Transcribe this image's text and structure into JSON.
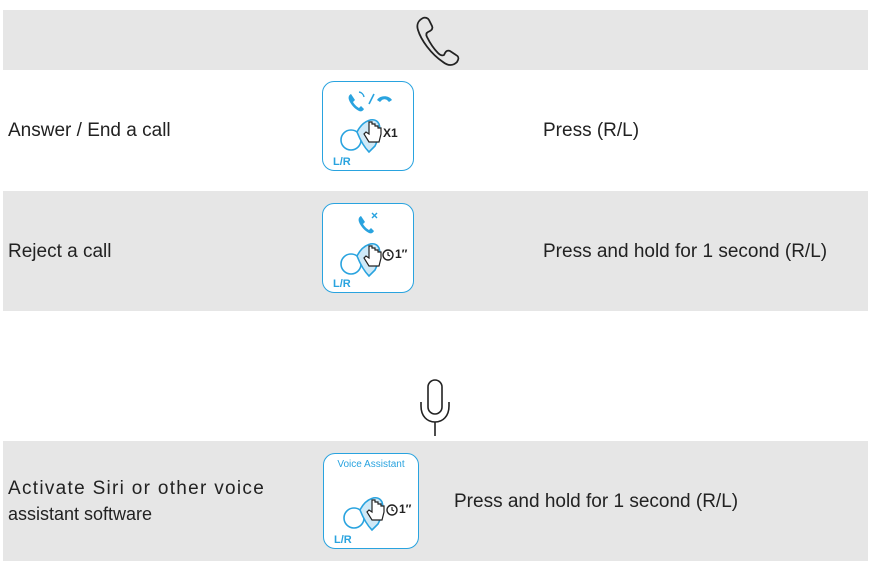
{
  "sections": {
    "call": {
      "icon": "phone-icon"
    },
    "voice": {
      "icon": "microphone-icon"
    }
  },
  "rows": {
    "answer": {
      "label": "Answer / End a call",
      "card_side": "L/R",
      "card_count": "X1",
      "description": "Press (R/L)"
    },
    "reject": {
      "label": "Reject a call",
      "card_side": "L/R",
      "card_count": "1″",
      "description": "Press and hold for 1 second (R/L)"
    },
    "siri": {
      "label_line1": "Activate Siri or other voice",
      "label_line2": "assistant software",
      "card_title": "Voice Assistant",
      "card_side": "L/R",
      "card_count": "1″",
      "description": "Press and hold for 1 second (R/L)"
    }
  },
  "colors": {
    "accent": "#29a3df",
    "band": "#e6e6e6",
    "text": "#222222"
  }
}
